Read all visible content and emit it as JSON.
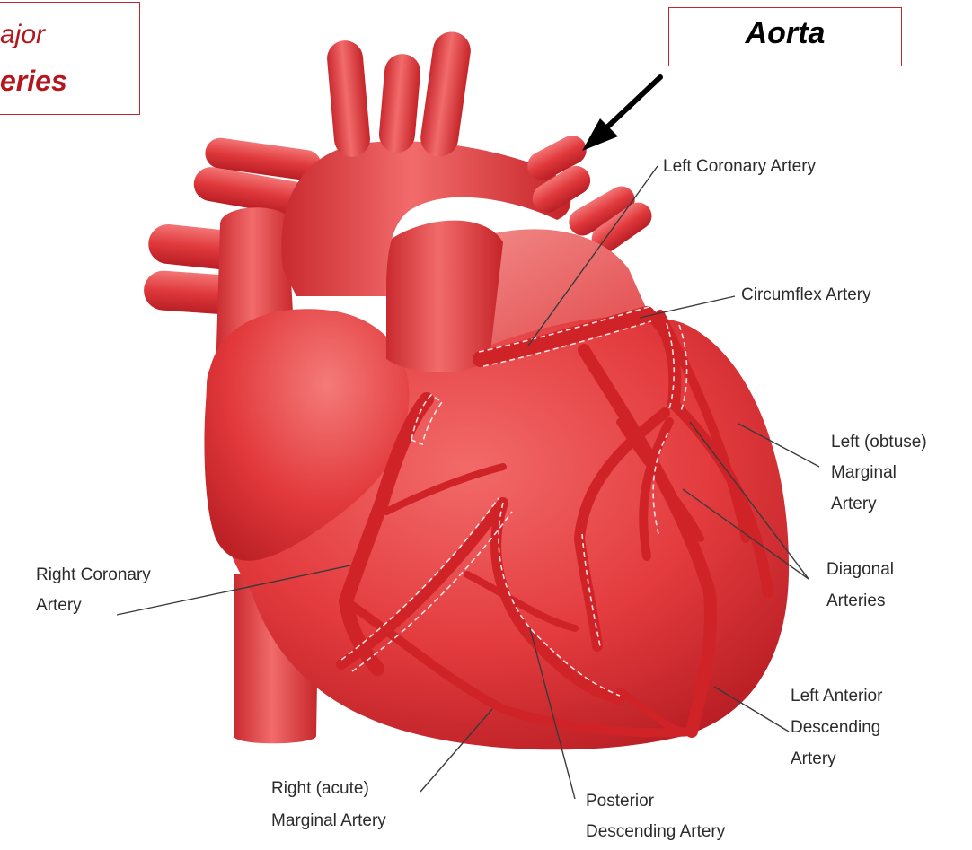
{
  "title_box": {
    "line1": "ajor",
    "line2": "eries"
  },
  "aorta_box": {
    "label": "Aorta"
  },
  "labels": {
    "left_coronary": "Left Coronary Artery",
    "circumflex": "Circumflex Artery",
    "left_marginal_1": "Left (obtuse)",
    "left_marginal_2": "Marginal",
    "left_marginal_3": "Artery",
    "diagonal_1": "Diagonal",
    "diagonal_2": "Arteries",
    "lad_1": "Left Anterior",
    "lad_2": "Descending",
    "lad_3": "Artery",
    "right_coronary_1": "Right Coronary",
    "right_coronary_2": "Artery",
    "right_marginal_1": "Right (acute)",
    "right_marginal_2": "Marginal Artery",
    "posterior_1": "Posterior",
    "posterior_2": "Descending Artery"
  },
  "colors": {
    "heart_base": "#e43b3e",
    "heart_dark": "#b81e24",
    "heart_light": "#f47a78",
    "artery": "#d8262b",
    "accent_red": "#b3161c",
    "leader_line": "#3a3a3a"
  }
}
